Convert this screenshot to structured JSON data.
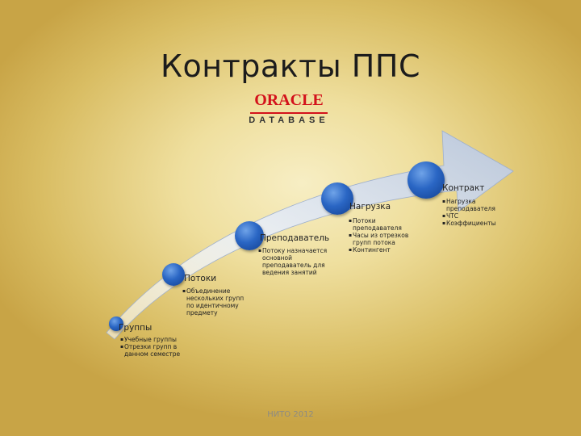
{
  "title": "Контракты ППС",
  "logo": {
    "brand": "ORACLE",
    "product": "DATABASE"
  },
  "stages": [
    {
      "label": "Группы",
      "items": [
        "Учебные группы",
        "Отрезки групп в данном семестре"
      ]
    },
    {
      "label": "Потоки",
      "items": [
        "Объединение нескольких групп по идентичному предмету"
      ]
    },
    {
      "label": "Преподаватель",
      "items": [
        "Потоку назначается основной преподаватель для ведения занятий"
      ]
    },
    {
      "label": "Нагрузка",
      "items": [
        "Потоки преподавателя",
        "Часы из отрезков групп потока",
        "Контингент"
      ]
    },
    {
      "label": "Контракт",
      "items": [
        "Нагрузка преподавателя",
        "ЧТС",
        "Коэффициенты"
      ]
    }
  ],
  "footer": "НИТО 2012",
  "colors": {
    "node": "#2a66c4",
    "arrow": "#e4ecf7",
    "logo_red": "#d3121b"
  }
}
